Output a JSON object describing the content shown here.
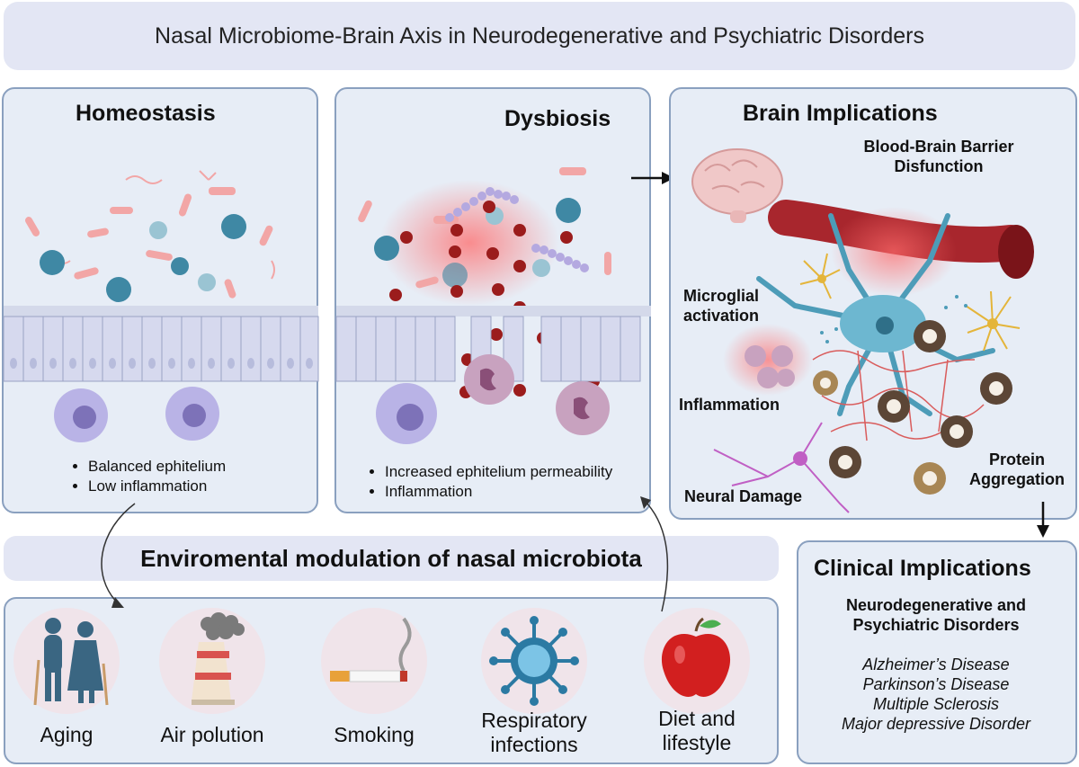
{
  "header": {
    "title": "Nasal Microbiome-Brain Axis in Neurodegenerative and Psychiatric Disorders"
  },
  "homeostasis": {
    "title": "Homeostasis",
    "bullets": [
      "Balanced ephitelium",
      "Low inflammation"
    ]
  },
  "dysbiosis": {
    "title": "Dysbiosis",
    "bullets": [
      "Increased ephitelium permeability",
      "Inflammation"
    ]
  },
  "brain": {
    "title": "Brain Implications",
    "bbb_line1": "Blood-Brain Barrier",
    "bbb_line2": "Disfunction",
    "microglia_line1": "Microglial",
    "microglia_line2": "activation",
    "inflammation": "Inflammation",
    "neural_damage": "Neural Damage",
    "protein_line1": "Protein",
    "protein_line2": "Aggregation"
  },
  "environment": {
    "title": "Enviromental modulation of nasal microbiota",
    "factors": [
      {
        "label_line1": "Aging",
        "label_line2": "",
        "icon": "elderly-couple-icon"
      },
      {
        "label_line1": "Air polution",
        "label_line2": "",
        "icon": "factory-smoke-icon"
      },
      {
        "label_line1": "Smoking",
        "label_line2": "",
        "icon": "cigarette-icon"
      },
      {
        "label_line1": "Respiratory",
        "label_line2": "infections",
        "icon": "virus-icon"
      },
      {
        "label_line1": "Diet and",
        "label_line2": "lifestyle",
        "icon": "apple-icon"
      }
    ]
  },
  "clinical": {
    "title": "Clinical Implications",
    "subtitle_line1": "Neurodegenerative and",
    "subtitle_line2": "Psychiatric Disorders",
    "diseases": [
      "Alzheimer’s Disease",
      "Parkinson’s Disease",
      "Multiple Sclerosis",
      "Major depressive Disorder"
    ]
  },
  "colors": {
    "panel_bg": "#e7edf6",
    "panel_border": "#8aa0bf",
    "header_bg": "#e3e6f4",
    "bacteria_pink": "#f2a6a6",
    "bacteria_teal": "#3f88a4",
    "blood_cell": "#9b1c1c",
    "neuron": "#6db7d0",
    "vessel": "#a8262d"
  }
}
